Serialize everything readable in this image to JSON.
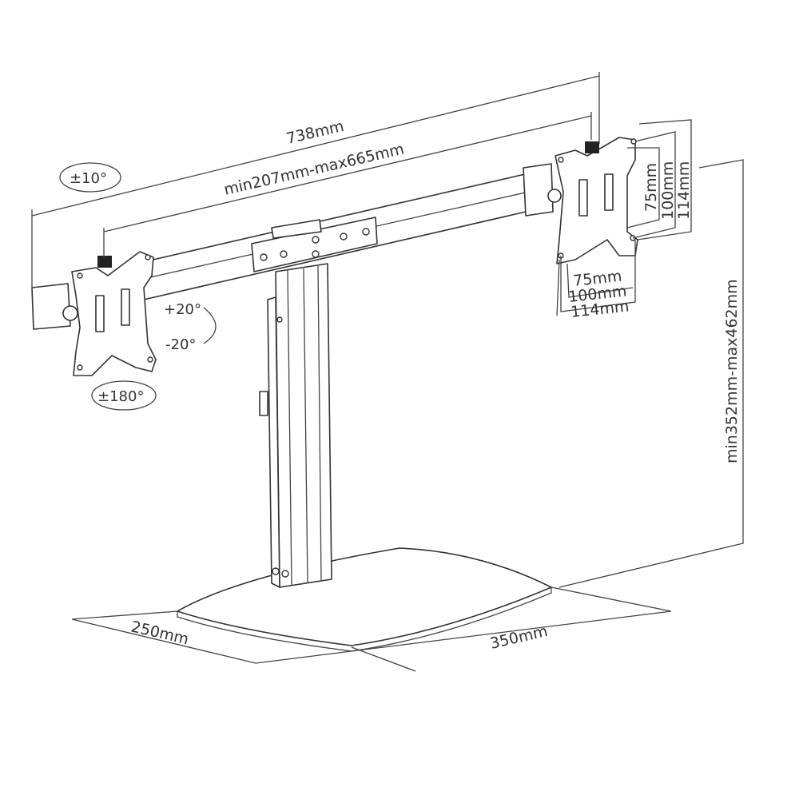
{
  "title": "Dual monitor desk stand dimension diagram",
  "dimensions": {
    "total_width": "738mm",
    "arm_span": "min207mm-max665mm",
    "height_range": "min352mm-max462mm",
    "base_depth": "250mm",
    "base_width": "350mm"
  },
  "vesa": {
    "vertical": [
      "75mm",
      "100mm",
      "114mm"
    ],
    "horizontal": [
      "75mm",
      "100mm",
      "114mm"
    ]
  },
  "adjustments": {
    "tilt_side": "±10°",
    "tilt_up": "+20°",
    "tilt_down": "-20°",
    "rotation": "±180°"
  }
}
